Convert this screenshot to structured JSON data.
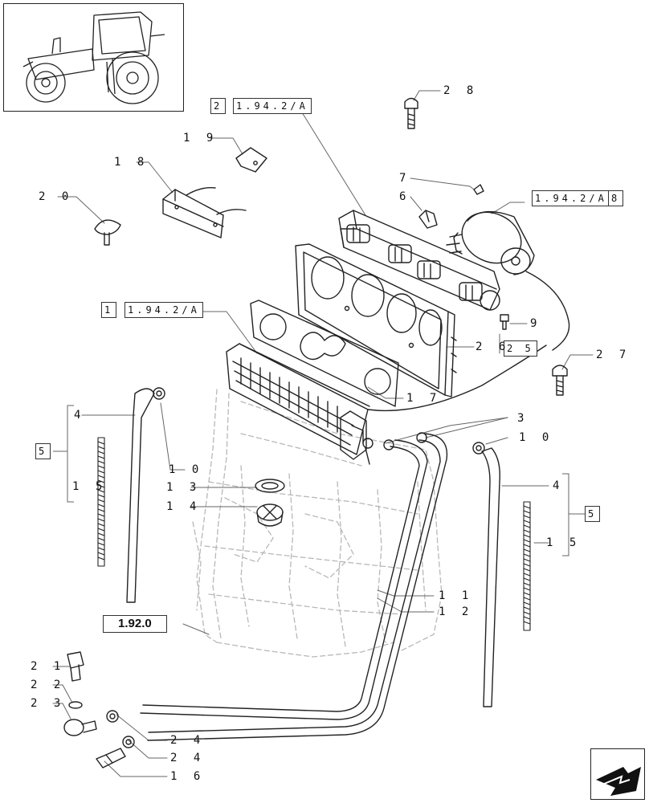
{
  "thumbnail": {
    "icon": "tractor-icon"
  },
  "navigation": {
    "icon": "back-arrow-icon"
  },
  "callouts": [
    {
      "id": "c28",
      "text": "2 8"
    },
    {
      "id": "c19",
      "text": "1 9"
    },
    {
      "id": "c18",
      "text": "1 8"
    },
    {
      "id": "c20",
      "text": "2 0"
    },
    {
      "id": "c7",
      "text": "7"
    },
    {
      "id": "c6",
      "text": "6"
    },
    {
      "id": "c9",
      "text": "9"
    },
    {
      "id": "c26",
      "text": "2 6"
    },
    {
      "id": "c27",
      "text": "2 7"
    },
    {
      "id": "c17",
      "text": "1 7"
    },
    {
      "id": "c3",
      "text": "3"
    },
    {
      "id": "c4a",
      "text": "4"
    },
    {
      "id": "c10a",
      "text": "1 0"
    },
    {
      "id": "c10b",
      "text": "1 0"
    },
    {
      "id": "c15a",
      "text": "1 5"
    },
    {
      "id": "c13",
      "text": "1 3"
    },
    {
      "id": "c14",
      "text": "1 4"
    },
    {
      "id": "c4b",
      "text": "4"
    },
    {
      "id": "c15b",
      "text": "1 5"
    },
    {
      "id": "c11",
      "text": "1 1"
    },
    {
      "id": "c12",
      "text": "1 2"
    },
    {
      "id": "c21",
      "text": "2 1"
    },
    {
      "id": "c22",
      "text": "2 2"
    },
    {
      "id": "c23",
      "text": "2 3"
    },
    {
      "id": "c24a",
      "text": "2 4"
    },
    {
      "id": "c24b",
      "text": "2 4"
    },
    {
      "id": "c16",
      "text": "1 6"
    }
  ],
  "references": [
    {
      "id": "r2",
      "text": "2"
    },
    {
      "id": "r2a",
      "text": "1.94.2/A"
    },
    {
      "id": "r8a",
      "text": "1.94.2/A"
    },
    {
      "id": "r8",
      "text": "8"
    },
    {
      "id": "r1",
      "text": "1"
    },
    {
      "id": "r1a",
      "text": "1.94.2/A"
    },
    {
      "id": "r25",
      "text": "2 5"
    },
    {
      "id": "r5a",
      "text": "5"
    },
    {
      "id": "r5b",
      "text": "5"
    },
    {
      "id": "r192",
      "text": "1.92.0"
    }
  ]
}
